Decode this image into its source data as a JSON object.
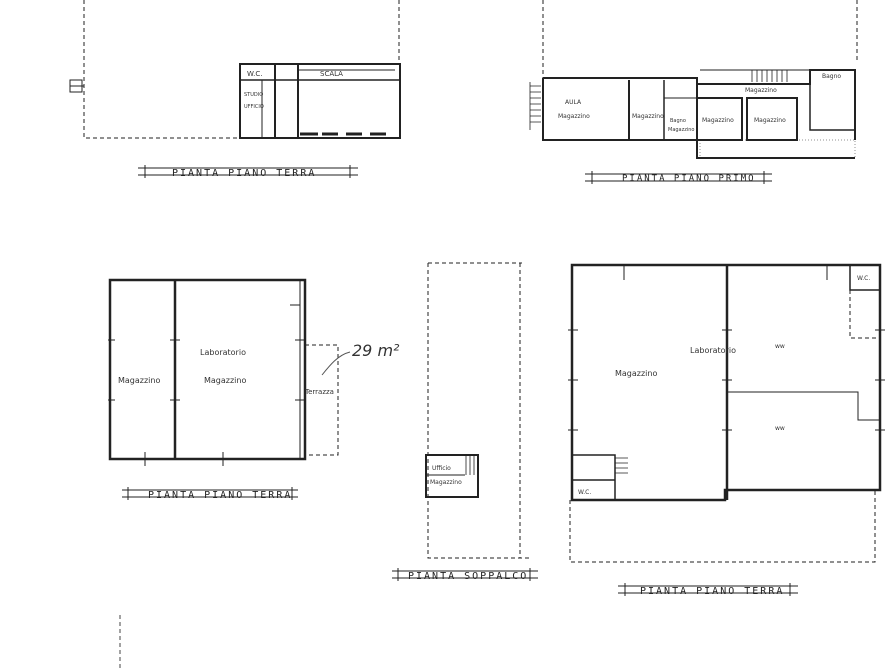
{
  "plans": {
    "top_left": {
      "title": "PIANTA PIANO TERRA",
      "labels": {
        "wc": "W.C.",
        "scala": "SCALA",
        "studio": "STUDIO",
        "ufficio": "UFFICIO"
      }
    },
    "top_right": {
      "title": "PIANTA PIANO PRIMO",
      "labels": {
        "room1_a": "AULA",
        "room1_b": "Magazzino",
        "room2": "Magazzino",
        "room3_a": "Bagno",
        "room3_b": "Magazzino",
        "room4": "Magazzino",
        "room5": "Magazzino",
        "top_center": "Magazzino",
        "top_right": "Bagno"
      }
    },
    "middle_left": {
      "title": "PIANTA PIANO TERRA",
      "labels": {
        "left_room": "Magazzino",
        "lab_top": "Laboratorio",
        "lab_bottom": "Magazzino",
        "terrace": "Terrazza",
        "area_note": "29 m²"
      }
    },
    "middle_center": {
      "title": "PIANTA SOPPALCO",
      "labels": {
        "room_a": "Ufficio",
        "room_b": "Magazzino"
      }
    },
    "middle_right": {
      "title": "PIANTA PIANO TERRA",
      "labels": {
        "left_room": "Magazzino",
        "lab": "Laboratorio",
        "small_a": "W.C.",
        "small_b": "W.C.",
        "mark1": "ww",
        "mark2": "ww"
      }
    }
  }
}
